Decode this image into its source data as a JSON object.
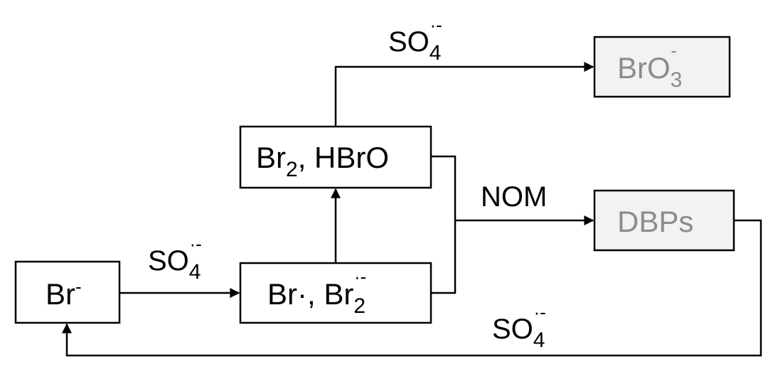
{
  "nodes": {
    "bromide": {
      "main": "Br",
      "sup": "-"
    },
    "radicals": {
      "part1": "Br·, Br",
      "sub": "2",
      "sup": "·-"
    },
    "bromine_hbro": {
      "part1": "Br",
      "sub": "2",
      "part2": ", HBrO"
    },
    "bromate": {
      "main": "BrO",
      "sub": "3",
      "sup": "-"
    },
    "dbps": {
      "main": "DBPs"
    }
  },
  "edges": {
    "sulfate_radical": {
      "main": "SO",
      "sub": "4",
      "sup": "·-"
    },
    "nom": {
      "main": "NOM"
    }
  },
  "colors": {
    "box_border": "#000000",
    "product_fill": "#f2f2f2",
    "product_text": "#8c8c8c"
  }
}
